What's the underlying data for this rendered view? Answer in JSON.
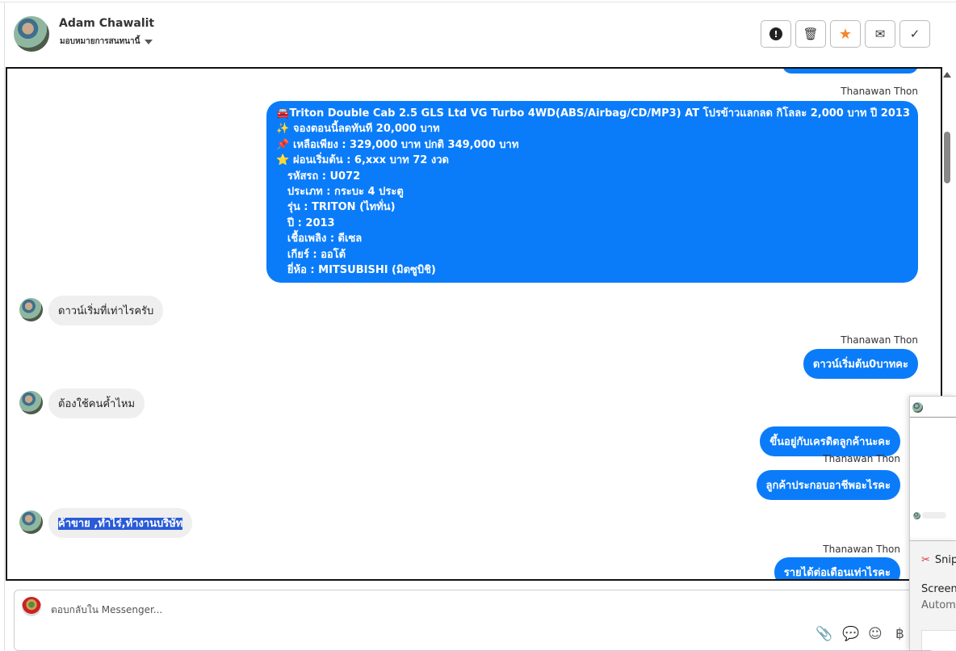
{
  "header": {
    "name": "Adam Chawalit",
    "assign_label": "มอบหมายการสนทนานี้"
  },
  "toolbar": [
    {
      "name": "spam",
      "glyph": "!"
    },
    {
      "name": "delete",
      "glyph": "🗑"
    },
    {
      "name": "star",
      "glyph": "★"
    },
    {
      "name": "mark-unread",
      "glyph": "✉"
    },
    {
      "name": "done",
      "glyph": "✓"
    }
  ],
  "messages": {
    "sender": "Thanawan Thon",
    "car_post": [
      "🚘Triton Double Cab 2.5 GLS Ltd VG Turbo 4WD(ABS/Airbag/CD/MP3) AT โปรข้าวแลกลด กิโลละ 2,000 บาท ปี 2013",
      "✨ จองตอนนี้ลดทันที 20,000 บาท",
      "📌 เหลือเพียง : 329,000 บาท ปกติ 349,000 บาท",
      "⭐ ผ่อนเริ่มต้น : 6,xxx บาท 72 งวด",
      "   รหัสรถ : U072",
      "   ประเภท : กระบะ 4 ประตู",
      "   รุ่น : TRITON (ไททั่น)",
      "   ปี : 2013",
      "   เชื้อเพลิง : ดีเซล",
      "   เกียร์ : ออโต้",
      "   ยี่ห้อ : MITSUBISHI (มิตซูบิชิ)"
    ],
    "in1": "ดาวน์เริ่มที่เท่าไรครับ",
    "out1": "ดาวน์เริ่มต้น0บาทคะ",
    "in2": "ต้องใช้คนค้ำไหม",
    "out2": "ขึ้นอยู่กับเครดิตลูกค้านะคะ",
    "out3": "ลูกค้าประกอบอาชีพอะไรคะ",
    "in3": "ค้าขาย ,ทำไร่,ทำงานบริษัท",
    "out4": "รายได้ต่อเดือนเท่าไรคะ"
  },
  "composer": {
    "placeholder": "ตอบกลับใน Messenger..."
  },
  "overlay": {
    "snip_title": "Snip",
    "line1": "Screens",
    "line2": "Autom"
  },
  "colors": {
    "accent": "#0b7cf9",
    "star": "#f5862a"
  }
}
